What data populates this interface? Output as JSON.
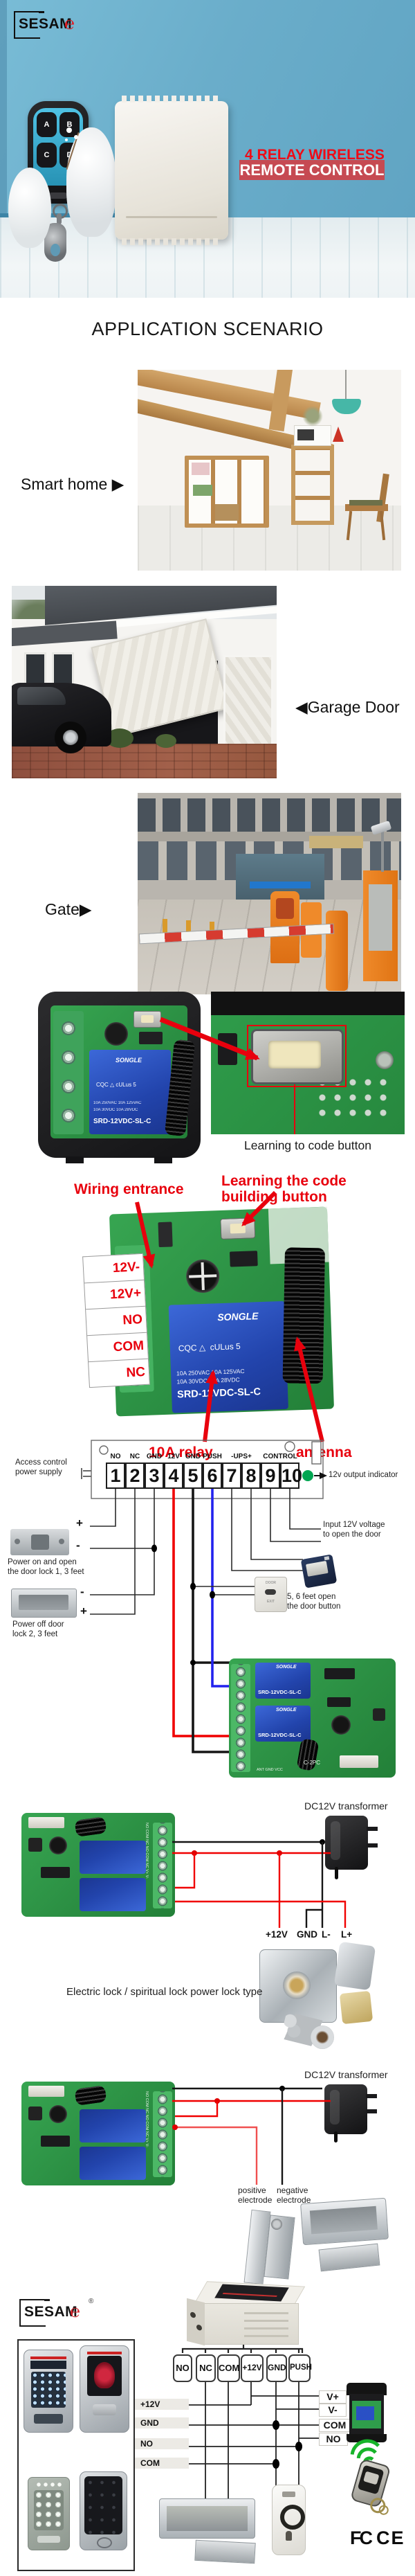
{
  "brand": {
    "name": "SESAM",
    "mark": "℮",
    "registered": "®"
  },
  "hero": {
    "title1": "4 RELAY WIRELESS",
    "title2": "REMOTE CONTROL",
    "keys": [
      "A",
      "B",
      "C",
      "D"
    ]
  },
  "scenario": {
    "heading": "APPLICATION SCENARIO",
    "smart_home": "Smart home ▶",
    "garage": "◀Garage Door",
    "gate": "Gate▶"
  },
  "closeup": {
    "caption": "Learning to code button"
  },
  "annotated": {
    "line1": "Learning the code",
    "line2": "building button",
    "wiring": "Wiring entrance",
    "relay_label": "10A relay",
    "antenna_label": "antenna",
    "terminals": [
      "12V-",
      "12V+",
      "NO",
      "COM",
      "NC"
    ]
  },
  "relay": {
    "brand": "SONGLE",
    "cqc": "CQC",
    "ul": "cULus",
    "five": "5",
    "ratings1": "10A 250VAC  10A 125VAC",
    "ratings2": "10A 30VDC   10A 28VDC",
    "model": "SRD-12VDC-SL-C"
  },
  "pcb": {
    "board_code": "C-2PC",
    "side": "NO COM NC NO COM NC V+ V-",
    "conn": "ANT GND VCC"
  },
  "wiring1": {
    "ps1": "Access control",
    "ps2": "power supply",
    "top_labels": [
      "NO",
      "NC",
      "GND",
      "12V",
      "GND",
      "PUSH",
      "-UPS+",
      "CONTROL"
    ],
    "numbers": [
      "1",
      "2",
      "3",
      "4",
      "5",
      "6",
      "7",
      "8",
      "9",
      "10"
    ],
    "indicator": "12v output indicator",
    "input1": "Input 12V voltage",
    "input2": "to open the door",
    "strike1": "Power on and open",
    "strike2": "the door lock 1, 3 feet",
    "mag1": "Power off door",
    "mag2": "lock 2, 3 feet",
    "btn1": "5, 6 feet open",
    "btn2": "the door button",
    "door": "DOOR",
    "exit": "EXIT",
    "plus": "+",
    "minus": "-"
  },
  "lock1": {
    "transformer": "DC12V transformer",
    "pins": [
      "+12V",
      "GND",
      "L-",
      "L+"
    ],
    "caption": "Electric lock / spiritual lock power lock type"
  },
  "lock2": {
    "transformer": "DC12V transformer",
    "pos1": "positive",
    "pos2": "electrode",
    "neg1": "negative",
    "neg2": "electrode"
  },
  "footer": {
    "terminals": [
      "NO",
      "NC",
      "COM",
      "+12V",
      "GND",
      "PUSH"
    ],
    "left": [
      "+12V",
      "GND",
      "NO",
      "COM"
    ],
    "right": [
      "V+",
      "V-",
      "COM",
      "NO"
    ],
    "fcc": "FC",
    "ce": "CE"
  },
  "colors": {
    "accent_red": "#e8000d",
    "title_box": "#c64a52",
    "hero_blue": "#6aadca",
    "pcb_green": "#2f9d4b",
    "relay_blue": "#2a50c5",
    "wire_red": "#f00000",
    "wire_blue": "#2222ee",
    "wire_black": "#151515",
    "indicator_green": "#00a651"
  }
}
